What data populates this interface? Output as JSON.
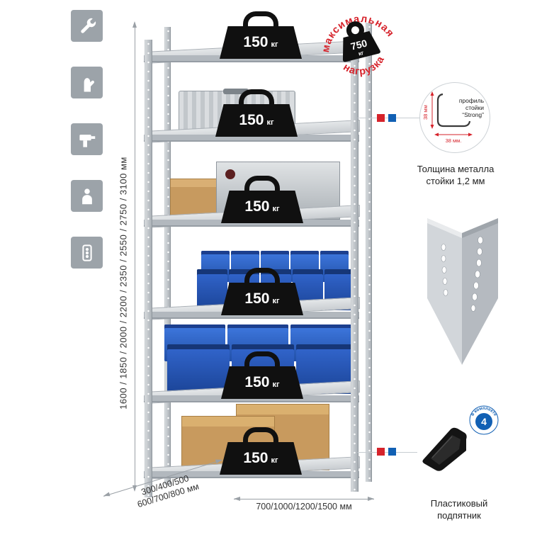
{
  "colors": {
    "red": "#d6232b",
    "blue": "#1160b4",
    "icon_bg": "#9ca3a9",
    "metal": "#c3c8cd",
    "weight_black": "#101010"
  },
  "left_icons": [
    "wrench-icon",
    "gloves-icon",
    "drill-icon",
    "person-icon",
    "level-icon"
  ],
  "height_dimension": {
    "label": "1600 / 1850 / 2000 / 2200 / 2350 / 2550 / 2750 / 3100 мм"
  },
  "rack": {
    "shelf_weights": [
      {
        "value": "150",
        "unit": "кг"
      },
      {
        "value": "150",
        "unit": "кг"
      },
      {
        "value": "150",
        "unit": "кг"
      },
      {
        "value": "150",
        "unit": "кг"
      },
      {
        "value": "150",
        "unit": "кг"
      },
      {
        "value": "150",
        "unit": "кг"
      }
    ]
  },
  "max_load_stamp": {
    "arc_top": "максимальная",
    "arc_bottom": "нагрузка",
    "value": "750",
    "unit": "кг"
  },
  "profile_detail": {
    "label_line1": "профиль",
    "label_line2": "стойки",
    "label_line3": "“Strong”",
    "dim_vertical": "38 мм",
    "dim_horizontal": "38 мм.",
    "caption_line1": "Толщина металла",
    "caption_line2": "стойки 1,2 мм"
  },
  "foot_detail": {
    "badge_value": "4",
    "badge_ring_text": "в комплекте",
    "caption_line1": "Пластиковый",
    "caption_line2": "подпятник"
  },
  "depth_dimension": {
    "line1": "300/400/500",
    "line2": "600/700/800 мм"
  },
  "width_dimension": {
    "label": "700/1000/1200/1500 мм"
  }
}
